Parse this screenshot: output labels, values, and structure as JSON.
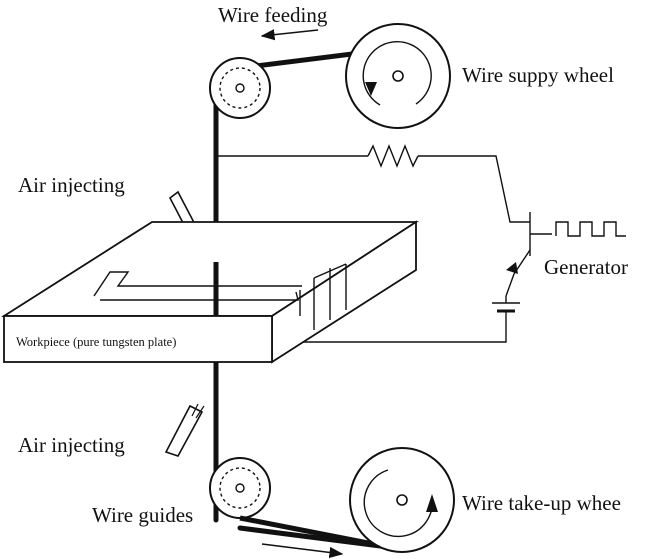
{
  "labels": {
    "wire_feeding": "Wire feeding",
    "wire_supply_wheel": "Wire suppy wheel",
    "air_injecting_top": "Air injecting",
    "generator": "Generator",
    "workpiece": "Workpiece (pure tungsten plate)",
    "air_injecting_bottom": "Air injecting",
    "wire_guides": "Wire guides",
    "wire_takeup_wheel": "Wire take-up whee"
  },
  "icons": {
    "resistor": "resistor-icon",
    "transistor": "transistor-icon",
    "square_wave": "square-wave-icon",
    "battery": "battery-icon"
  }
}
